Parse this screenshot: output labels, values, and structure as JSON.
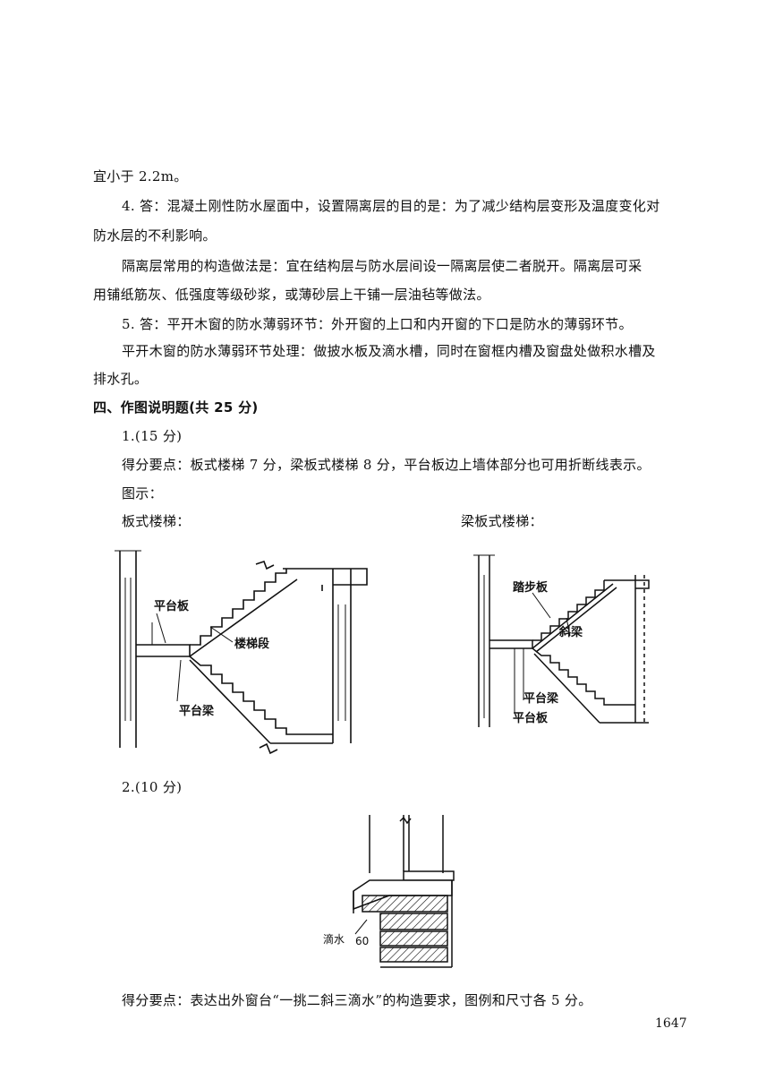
{
  "lines": {
    "l1": "宜小于 2.2m。",
    "l2": "4. 答：混凝土刚性防水屋面中，设置隔离层的目的是：为了减少结构层变形及温度变化对",
    "l3": "防水层的不利影响。",
    "l4": "隔离层常用的构造做法是：宜在结构层与防水层间设一隔离层使二者脱开。隔离层可采",
    "l5": "用铺纸筋灰、低强度等级砂浆，或薄砂层上干铺一层油毡等做法。",
    "l6": "5. 答：平开木窗的防水薄弱环节：外开窗的上口和内开窗的下口是防水的薄弱环节。",
    "l7": "平开木窗的防水薄弱环节处理：做披水板及滴水槽，同时在窗框内槽及窗盘处做积水槽及",
    "l8": "排水孔。",
    "section": "四、作图说明题(共 25 分)",
    "q1": "1.(15 分)",
    "q1_points": "得分要点：板式楼梯 7 分，梁板式楼梯 8 分，平台板边上墙体部分也可用折断线表示。",
    "figure_intro": "图示：",
    "stair_a_title": "板式楼梯：",
    "stair_b_title": "梁板式楼梯：",
    "q2": "2.(10 分)",
    "q2_points": "得分要点：表达出外窗台“一挑二斜三滴水”的构造要求，图例和尺寸各 5 分。"
  },
  "figure_a": {
    "platform_slab": "平台板",
    "stair_flight": "楼梯段",
    "platform_beam": "平台梁"
  },
  "figure_b": {
    "tread_slab": "踏步板",
    "inclined_beam": "斜梁",
    "platform_beam": "平台梁",
    "platform_slab": "平台板"
  },
  "figure_c": {
    "drip": "滴水",
    "dimension": "60"
  },
  "page_number": "1647"
}
